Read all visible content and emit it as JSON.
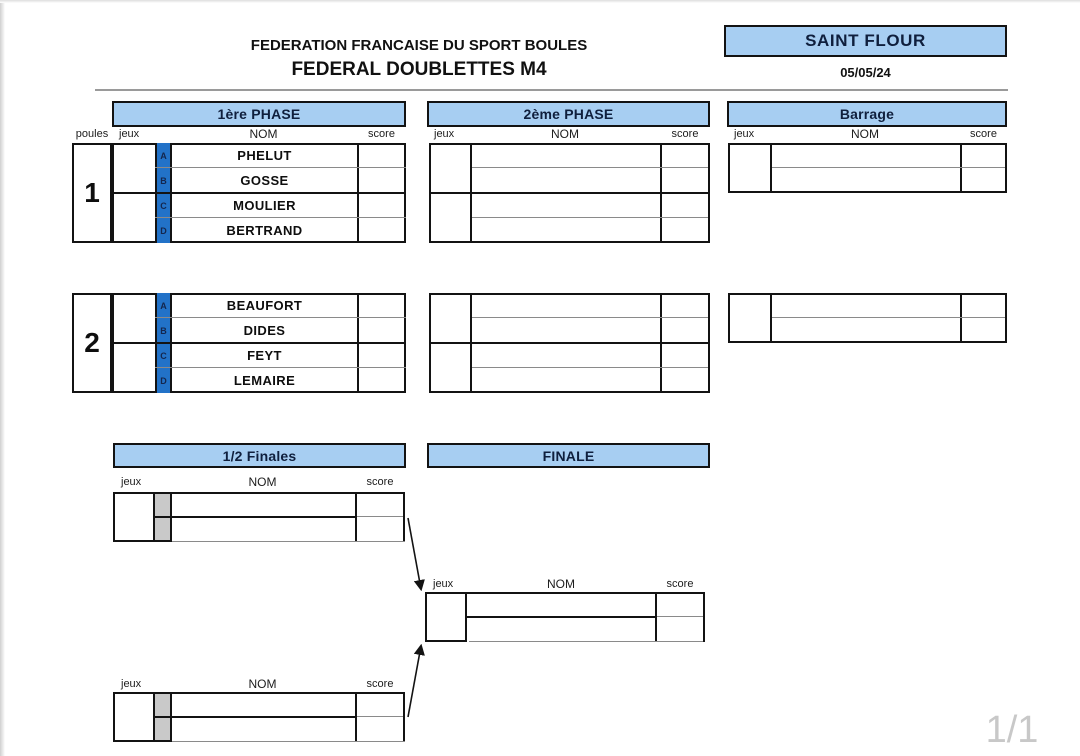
{
  "document": {
    "federation": "FEDERATION FRANCAISE DU SPORT BOULES",
    "title": "FEDERAL DOUBLETTES M4",
    "venue": "SAINT FLOUR",
    "date": "05/05/24",
    "page": "1/1"
  },
  "column_labels": {
    "poules": "poules",
    "jeux": "jeux",
    "nom": "NOM",
    "score": "score"
  },
  "section_headers": {
    "phase1": "1ère PHASE",
    "phase2": "2ème PHASE",
    "barrage": "Barrage",
    "semifinals": "1/2 Finales",
    "finale": "FINALE"
  },
  "pools": [
    {
      "number": "1",
      "players": [
        {
          "letter": "A",
          "name": "PHELUT"
        },
        {
          "letter": "B",
          "name": "GOSSE"
        },
        {
          "letter": "C",
          "name": "MOULIER"
        },
        {
          "letter": "D",
          "name": "BERTRAND"
        }
      ]
    },
    {
      "number": "2",
      "players": [
        {
          "letter": "A",
          "name": "BEAUFORT"
        },
        {
          "letter": "B",
          "name": "DIDES"
        },
        {
          "letter": "C",
          "name": "FEYT"
        },
        {
          "letter": "D",
          "name": "LEMAIRE"
        }
      ]
    }
  ],
  "colors": {
    "header_fill": "#A7CEF2",
    "letter_cell_fill": "#2272C8",
    "semifinal_cell_fill": "#C9C9C9",
    "border": "#131313",
    "thin_line": "#8A8A8A",
    "page_number": "#C8C8C8"
  }
}
